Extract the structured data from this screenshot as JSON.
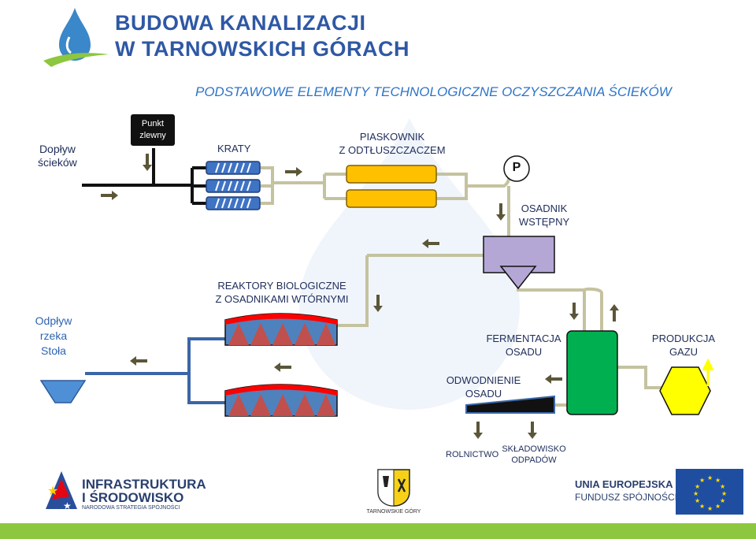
{
  "header": {
    "title_line1": "BUDOWA KANALIZACJI",
    "title_line2": "W TARNOWSKICH GÓRACH",
    "subtitle": "PODSTAWOWE ELEMENTY TECHNOLOGICZNE OCZYSZCZANIA ŚCIEKÓW"
  },
  "labels": {
    "inflow_1": "Dopływ",
    "inflow_2": "ścieków",
    "dump_point_1": "Punkt",
    "dump_point_2": "zlewny",
    "screens": "KRATY",
    "grit_1": "PIASKOWNIK",
    "grit_2": "Z ODTŁUSZCZACZEM",
    "pump": "P",
    "primary_1": "OSADNIK",
    "primary_2": "WSTĘPNY",
    "reactors_1": "REAKTORY  BIOLOGICZNE",
    "reactors_2": "Z OSADNIKAMI WTÓRNYMI",
    "outflow_1": "Odpływ",
    "outflow_2": "rzeka",
    "outflow_3": "Stoła",
    "fermentation_1": "FERMENTACJA",
    "fermentation_2": "OSADU",
    "gas_1": "PRODUKCJA",
    "gas_2": "GAZU",
    "dewatering_1": "ODWODNIENIE",
    "dewatering_2": "OSADU",
    "agriculture": "ROLNICTWO",
    "landfill_1": "SKŁADOWISKO",
    "landfill_2": "ODPADÓW"
  },
  "footer": {
    "infra_1": "INFRASTRUKTURA",
    "infra_2": "I ŚRODOWISKO",
    "infra_3": "NARODOWA STRATEGIA SPÓJNOŚCI",
    "town": "TARNOWSKIE GÓRY",
    "eu_1": "UNIA EUROPEJSKA",
    "eu_2": "FUNDUSZ SPÓJNOŚCI"
  },
  "colors": {
    "pipe_raw": "#111111",
    "pipe_treated": "#c5c2a0",
    "pipe_clean": "#3a66a8",
    "arrow": "#5b5638",
    "screen": "#3f73c4",
    "grit": "#ffc000",
    "settler": "#b4a7d6",
    "reactor_top": "#ff0000",
    "reactor_body": "#c0504d",
    "digester": "#00b050",
    "gas": "#ffff00",
    "title_blue": "#2f58a4"
  }
}
